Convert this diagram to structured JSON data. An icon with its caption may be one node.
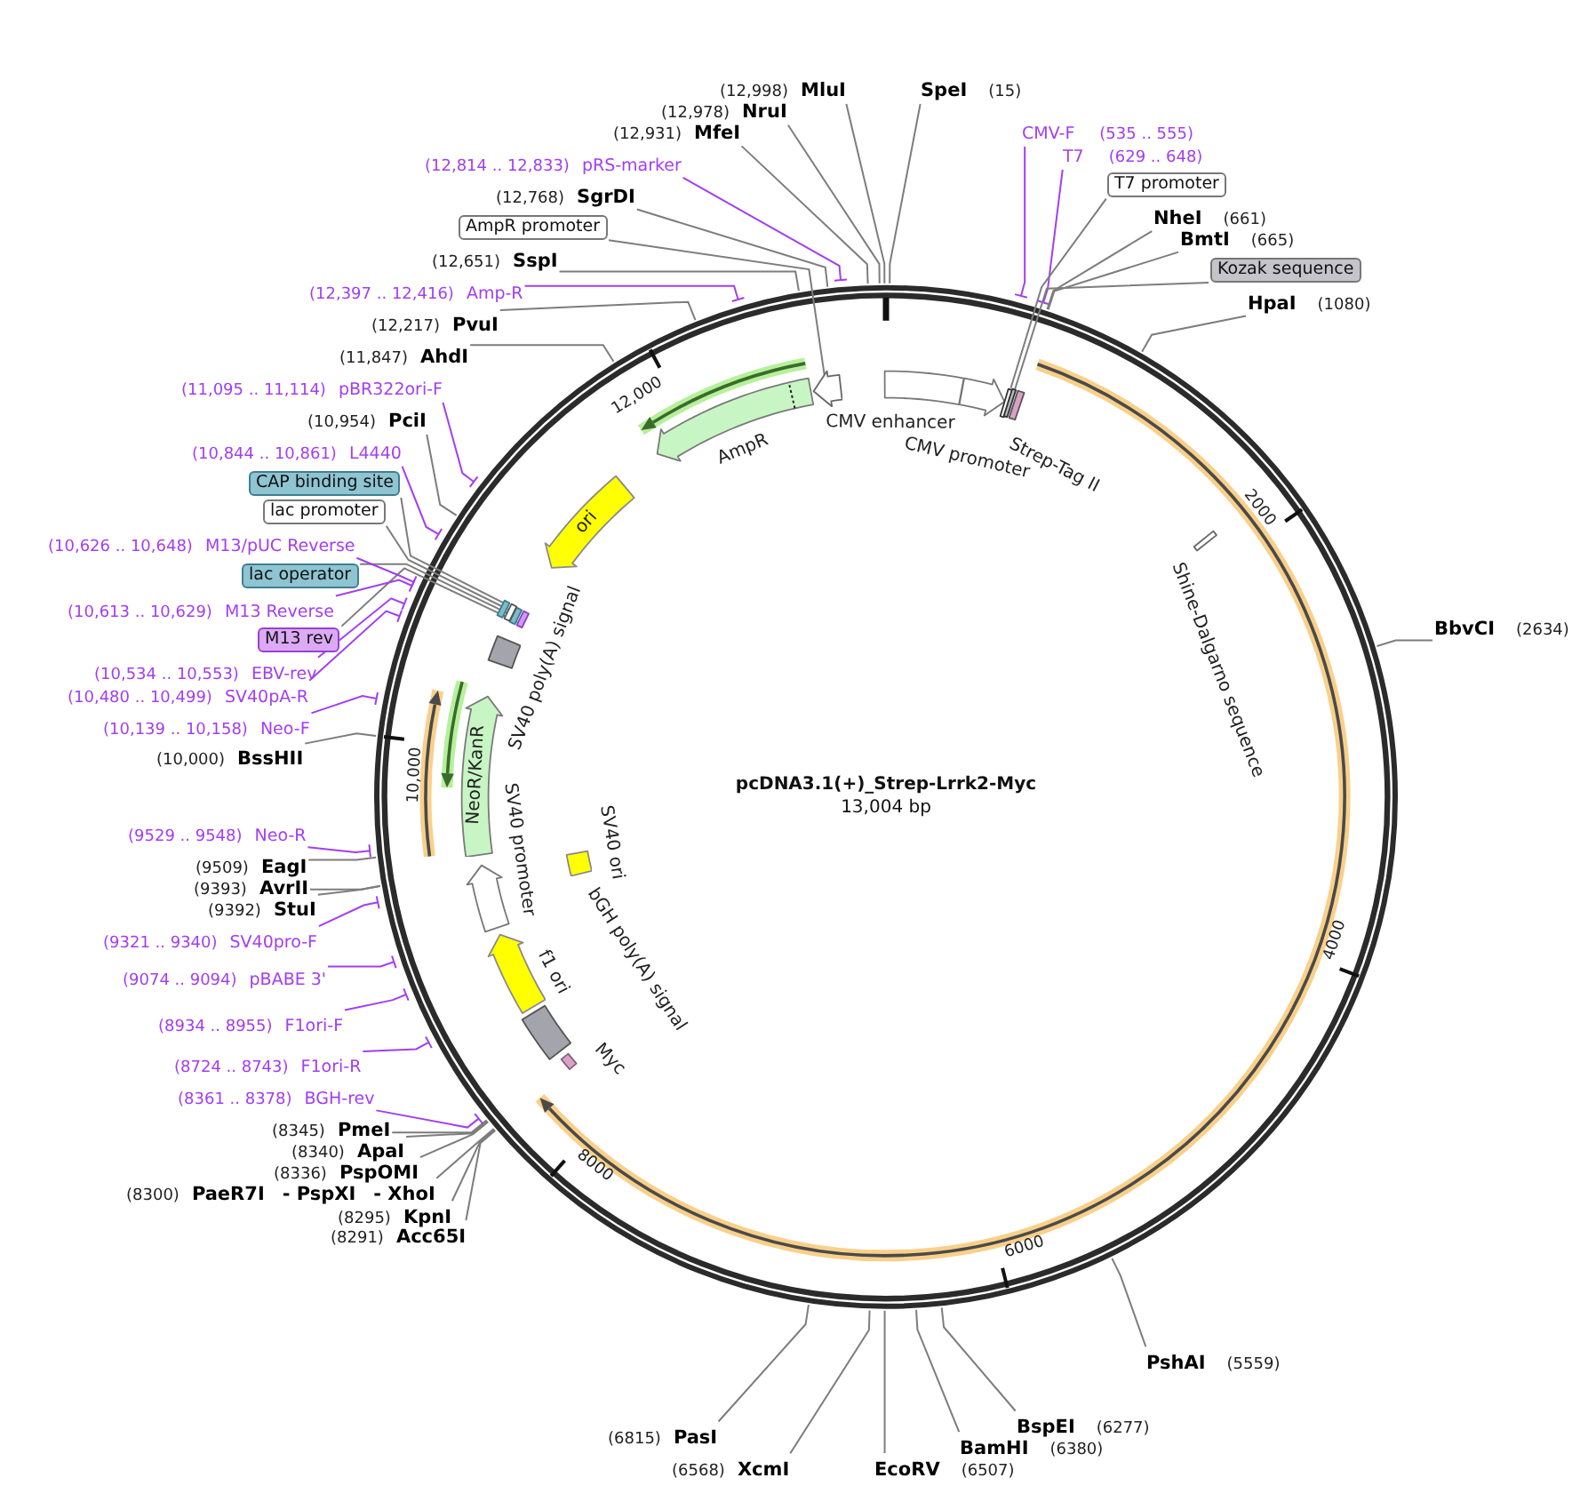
{
  "diagram": {
    "title": "pcDNA3.1(+)_Strep-Lrrk2-Myc",
    "nodes": [
      {
        "text": [
          "SpeI",
          "(15)"
        ]
      },
      {
        "text": [
          "CMV-F",
          "(535 .. 555)"
        ]
      },
      {
        "text": [
          "T7",
          "(629 .. 648)"
        ]
      },
      {
        "text": [
          "T7 promoter"
        ]
      },
      {
        "text": [
          "NheI",
          "(661)"
        ]
      },
      {
        "text": [
          "BmtI",
          "(665)"
        ]
      },
      {
        "text": [
          "Kozak sequence"
        ]
      },
      {
        "text": [
          "HpaI",
          "(1080)"
        ]
      },
      {
        "text": [
          "BbvCI",
          "(2634)"
        ]
      },
      {
        "text": [
          "PshAI",
          "(5559)"
        ]
      },
      {
        "text": [
          "BspEI",
          "(6277)"
        ]
      },
      {
        "text": [
          "BamHI",
          "(6380)"
        ]
      },
      {
        "text": [
          "EcoRV",
          "(6507)"
        ]
      },
      {
        "text": [
          "(6568)",
          "XcmI"
        ]
      },
      {
        "text": [
          "(6815)",
          "PasI"
        ]
      },
      {
        "text": [
          "(8291)",
          "Acc65I"
        ]
      },
      {
        "text": [
          "(8295)",
          "KpnI"
        ]
      },
      {
        "text": [
          "(8300)",
          "PaeR7I",
          "- PspXI",
          "- XhoI"
        ]
      },
      {
        "text": [
          "(8336)",
          "PspOMI"
        ]
      },
      {
        "text": [
          "(8340)",
          "ApaI"
        ]
      },
      {
        "text": [
          "(8345)",
          "PmeI"
        ]
      },
      {
        "text": [
          "(8361 .. 8378)",
          "BGH-rev"
        ]
      },
      {
        "text": [
          "(8724 .. 8743)",
          "F1ori-R"
        ]
      },
      {
        "text": [
          "(8934 .. 8955)",
          "F1ori-F"
        ]
      },
      {
        "text": [
          "(9074 .. 9094)",
          "pBABE 3'"
        ]
      },
      {
        "text": [
          "(9321 .. 9340)",
          "SV40pro-F"
        ]
      },
      {
        "text": [
          "(9392)",
          "StuI"
        ]
      },
      {
        "text": [
          "(9393)",
          "AvrII"
        ]
      },
      {
        "text": [
          "(9509)",
          "EagI"
        ]
      },
      {
        "text": [
          "(9529 .. 9548)",
          "Neo-R"
        ]
      },
      {
        "text": [
          "(10,000)",
          "BssHII"
        ]
      },
      {
        "text": [
          "(10,139 .. 10,158)",
          "Neo-F"
        ]
      },
      {
        "text": [
          "(10,480 .. 10,499)",
          "SV40pA-R"
        ]
      },
      {
        "text": [
          "(10,534 .. 10,553)",
          "EBV-rev"
        ]
      },
      {
        "text": [
          "M13 rev"
        ]
      },
      {
        "text": [
          "(10,613 .. 10,629)",
          "M13 Reverse"
        ]
      },
      {
        "text": [
          "lac operator"
        ]
      },
      {
        "text": [
          "(10,626 .. 10,648)",
          "M13/pUC Reverse"
        ]
      },
      {
        "text": [
          "lac promoter"
        ]
      },
      {
        "text": [
          "CAP binding site"
        ]
      },
      {
        "text": [
          "(10,844 .. 10,861)",
          "L4440"
        ]
      },
      {
        "text": [
          "(10,954)",
          "PciI"
        ]
      },
      {
        "text": [
          "(11,095 .. 11,114)",
          "pBR322ori-F"
        ]
      },
      {
        "text": [
          "(11,847)",
          "AhdI"
        ]
      },
      {
        "text": [
          "(12,217)",
          "PvuI"
        ]
      },
      {
        "text": [
          "(12,397 .. 12,416)",
          "Amp-R"
        ]
      },
      {
        "text": [
          "(12,651)",
          "SspI"
        ]
      },
      {
        "text": [
          "AmpR promoter"
        ]
      },
      {
        "text": [
          "(12,768)",
          "SgrDI"
        ]
      },
      {
        "text": [
          "(12,814 .. 12,833)",
          "pRS-marker"
        ]
      },
      {
        "text": [
          "(12,931)",
          "MfeI"
        ]
      },
      {
        "text": [
          "(12,978)",
          "NruI"
        ]
      },
      {
        "text": [
          "(12,998)",
          "MluI"
        ]
      },
      {
        "text": [
          "CMV enhancer"
        ]
      },
      {
        "text": [
          "CMV promoter"
        ]
      },
      {
        "text": [],
        "shape": "bar"
      },
      {
        "text": [],
        "shape": "bar"
      },
      {
        "text": [
          "Strep-Tag II"
        ]
      },
      {
        "text": [
          "Shine-Dalgarno sequence"
        ]
      },
      {
        "text": [
          "Myc"
        ]
      },
      {
        "text": [
          "bGH poly(A) signal"
        ]
      },
      {
        "text": [
          "f1 ori"
        ]
      },
      {
        "text": [
          "SV40 ori"
        ]
      },
      {
        "text": [
          "SV40 promoter"
        ]
      },
      {
        "text": [
          "NeoR/KanR"
        ]
      },
      {
        "text": [],
        "shape": "arrow"
      },
      {
        "text": [],
        "shape": "arrow"
      },
      {
        "text": [
          "SV40 poly(A) signal"
        ]
      },
      {
        "text": [],
        "shape": "bar"
      },
      {
        "text": [],
        "shape": "bar"
      },
      {
        "text": [],
        "shape": "bar"
      },
      {
        "text": [],
        "shape": "bar"
      },
      {
        "text": [
          "ori"
        ]
      },
      {
        "text": [
          "AmpR"
        ]
      },
      {
        "text": [],
        "shape": "arrow"
      },
      {
        "text": [],
        "shape": "arrow"
      }
    ],
    "edges": [
      {
        "from": 0,
        "to": null,
        "arrow": "none"
      },
      {
        "from": 1,
        "to": null,
        "arrow": "none",
        "color": "#a33ef0"
      },
      {
        "from": 2,
        "to": null,
        "arrow": "none",
        "color": "#a33ef0"
      },
      {
        "from": 3,
        "to": 55,
        "arrow": "none"
      },
      {
        "from": 4,
        "to": null,
        "arrow": "none"
      },
      {
        "from": 5,
        "to": null,
        "arrow": "none"
      },
      {
        "from": 6,
        "to": 56,
        "arrow": "none"
      },
      {
        "from": 7,
        "to": null,
        "arrow": "none"
      },
      {
        "from": 8,
        "to": null,
        "arrow": "none"
      },
      {
        "from": 9,
        "to": null,
        "arrow": "none"
      },
      {
        "from": 10,
        "to": null,
        "arrow": "none"
      },
      {
        "from": 11,
        "to": null,
        "arrow": "none"
      },
      {
        "from": 12,
        "to": null,
        "arrow": "none"
      },
      {
        "from": 13,
        "to": null,
        "arrow": "none"
      },
      {
        "from": 14,
        "to": null,
        "arrow": "none"
      },
      {
        "from": 15,
        "to": null,
        "arrow": "none"
      },
      {
        "from": 16,
        "to": null,
        "arrow": "none"
      },
      {
        "from": 17,
        "to": null,
        "arrow": "none"
      },
      {
        "from": 18,
        "to": null,
        "arrow": "none"
      },
      {
        "from": 19,
        "to": null,
        "arrow": "none"
      },
      {
        "from": 20,
        "to": null,
        "arrow": "none"
      },
      {
        "from": 21,
        "to": null,
        "arrow": "none",
        "color": "#a33ef0"
      },
      {
        "from": 22,
        "to": null,
        "arrow": "none",
        "color": "#a33ef0"
      },
      {
        "from": 23,
        "to": null,
        "arrow": "none",
        "color": "#a33ef0"
      },
      {
        "from": 24,
        "to": null,
        "arrow": "none",
        "color": "#a33ef0"
      },
      {
        "from": 25,
        "to": null,
        "arrow": "none",
        "color": "#a33ef0"
      },
      {
        "from": 26,
        "to": null,
        "arrow": "none"
      },
      {
        "from": 27,
        "to": null,
        "arrow": "none"
      },
      {
        "from": 28,
        "to": null,
        "arrow": "none"
      },
      {
        "from": 29,
        "to": null,
        "arrow": "none",
        "color": "#a33ef0"
      },
      {
        "from": 30,
        "to": null,
        "arrow": "none"
      },
      {
        "from": 31,
        "to": null,
        "arrow": "none",
        "color": "#a33ef0"
      },
      {
        "from": 32,
        "to": null,
        "arrow": "none",
        "color": "#a33ef0"
      },
      {
        "from": 33,
        "to": null,
        "arrow": "none",
        "color": "#a33ef0"
      },
      {
        "from": 34,
        "to": 68,
        "arrow": "none"
      },
      {
        "from": 35,
        "to": null,
        "arrow": "none",
        "color": "#a33ef0"
      },
      {
        "from": 36,
        "to": 69,
        "arrow": "none"
      },
      {
        "from": 37,
        "to": null,
        "arrow": "none",
        "color": "#a33ef0"
      },
      {
        "from": 38,
        "to": 70,
        "arrow": "none"
      },
      {
        "from": 39,
        "to": 71,
        "arrow": "none"
      },
      {
        "from": 40,
        "to": null,
        "arrow": "none",
        "color": "#a33ef0"
      },
      {
        "from": 41,
        "to": null,
        "arrow": "none"
      },
      {
        "from": 42,
        "to": null,
        "arrow": "none",
        "color": "#a33ef0"
      },
      {
        "from": 43,
        "to": null,
        "arrow": "none"
      },
      {
        "from": 44,
        "to": null,
        "arrow": "none"
      },
      {
        "from": 45,
        "to": null,
        "arrow": "none",
        "color": "#a33ef0"
      },
      {
        "from": 46,
        "to": null,
        "arrow": "none"
      },
      {
        "from": 47,
        "to": 75,
        "arrow": "none"
      },
      {
        "from": 48,
        "to": null,
        "arrow": "none"
      },
      {
        "from": 49,
        "to": null,
        "arrow": "none",
        "color": "#a33ef0"
      },
      {
        "from": 50,
        "to": null,
        "arrow": "none"
      },
      {
        "from": 51,
        "to": null,
        "arrow": "none"
      },
      {
        "from": 52,
        "to": null,
        "arrow": "none"
      }
    ],
    "labels": [
      "2000",
      "4000",
      "6000",
      "8000",
      "10,000",
      "12,000",
      "13,004 bp"
    ]
  }
}
